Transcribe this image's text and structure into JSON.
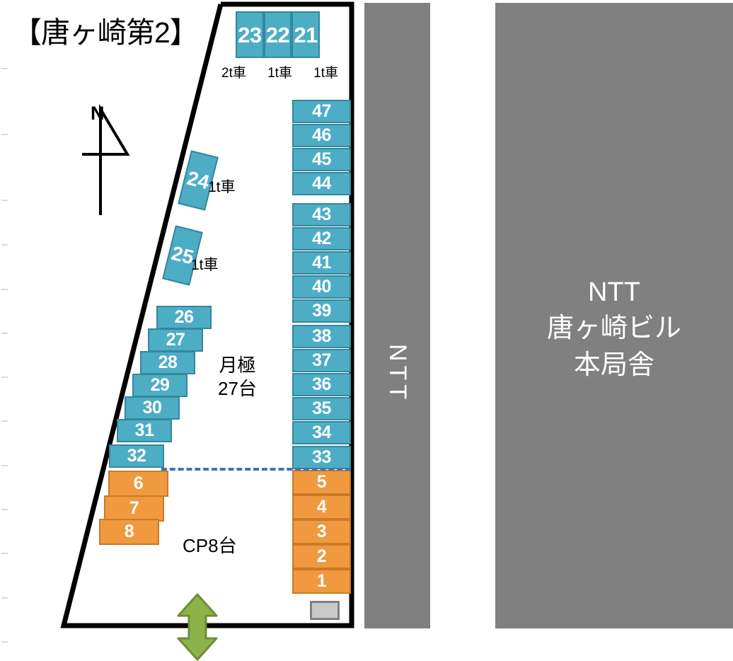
{
  "title": "【唐ヶ崎第2】",
  "compass": {
    "label": "N",
    "name": "north-arrow"
  },
  "colors": {
    "blue_fill": "#4DADC5",
    "blue_border": "#35879B",
    "orange_fill": "#F0993F",
    "orange_border": "#C87A28",
    "building_gray": "#808080",
    "divider_blue": "#4472A8",
    "arrow_green": "#8DB24B",
    "outline_black": "#000000",
    "gray_box_fill": "#C9C9C9"
  },
  "top_row": {
    "stalls": [
      "23",
      "22",
      "21"
    ],
    "captions": [
      "2t車",
      "1t車",
      "1t車"
    ]
  },
  "angled_spots": [
    {
      "number": "24",
      "caption": "1t車"
    },
    {
      "number": "25",
      "caption": "1t車"
    }
  ],
  "diagonal_column": {
    "blue": [
      "26",
      "27",
      "28",
      "29",
      "30",
      "31",
      "32"
    ],
    "orange": [
      "6",
      "7",
      "8"
    ]
  },
  "right_column": {
    "blue": [
      "47",
      "46",
      "45",
      "44",
      "43",
      "42",
      "41",
      "40",
      "39",
      "38",
      "37",
      "36",
      "35",
      "34",
      "33"
    ],
    "orange": [
      "5",
      "4",
      "3",
      "2",
      "1"
    ]
  },
  "center_labels": {
    "monthly_line1": "月極",
    "monthly_line2": "27台",
    "coin_parking": "CP8台"
  },
  "buildings": [
    {
      "name": "ntt-narrow",
      "label": "NTT"
    },
    {
      "name": "ntt-main",
      "line1": "NTT",
      "line2": "唐ヶ崎ビル",
      "line3": "本局舎"
    }
  ]
}
